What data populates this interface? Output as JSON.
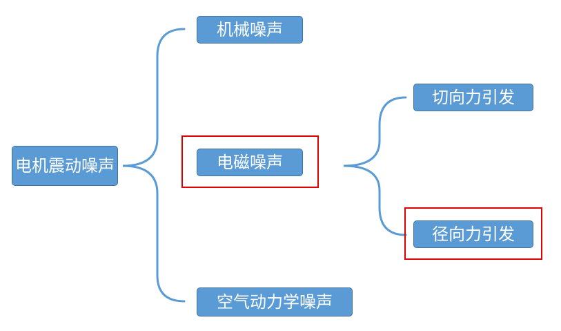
{
  "diagram": {
    "root": "电机震动噪声",
    "level1": [
      "机械噪声",
      "电磁噪声",
      "空气动力学噪声"
    ],
    "level2": [
      "切向力引发",
      "径向力引发"
    ]
  },
  "colors": {
    "node_fill": "#5b9bd5",
    "node_border": "#41719c",
    "node_text": "#ffffff",
    "connector": "#5b9bd5",
    "highlight": "#e00000"
  }
}
